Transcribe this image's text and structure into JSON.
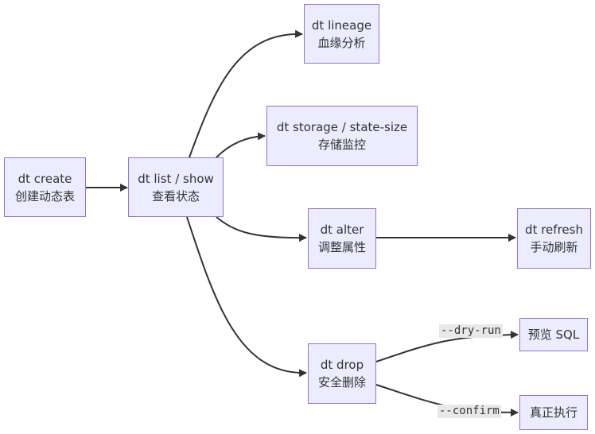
{
  "nodes": {
    "create": {
      "line1": "dt create",
      "line2": "创建动态表"
    },
    "list": {
      "line1": "dt list / show",
      "line2": "查看状态"
    },
    "lineage": {
      "line1": "dt lineage",
      "line2": "血缘分析"
    },
    "storage": {
      "line1": "dt storage / state-size",
      "line2": "存储监控"
    },
    "alter": {
      "line1": "dt alter",
      "line2": "调整属性"
    },
    "refresh": {
      "line1": "dt refresh",
      "line2": "手动刷新"
    },
    "drop": {
      "line1": "dt drop",
      "line2": "安全删除"
    },
    "preview": {
      "line1": "预览 SQL"
    },
    "execute": {
      "line1": "真正执行"
    }
  },
  "edge_labels": {
    "dry_run": "--dry-run",
    "confirm": "--confirm"
  },
  "colors": {
    "node_fill": "#ECECFF",
    "node_border": "#9370DB",
    "edge": "#333333",
    "label_bg": "#e8e8e8"
  }
}
